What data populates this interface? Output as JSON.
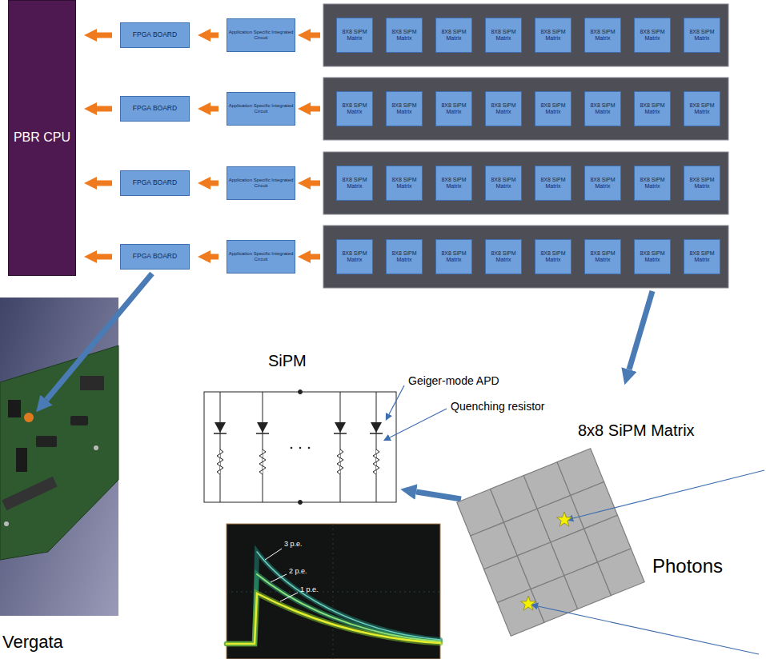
{
  "diagram": {
    "nodes": [
      {
        "text": [
          "PBR CPU"
        ]
      },
      {
        "text": [
          "FPGA BOARD"
        ]
      },
      {
        "text": [
          "Application Specific Integrated Circuit"
        ]
      },
      {
        "text": [
          "8X8 SiPM Matrix"
        ]
      },
      {
        "text": [
          "8X8 SiPM Matrix"
        ]
      },
      {
        "text": [
          "8X8 SiPM Matrix"
        ]
      },
      {
        "text": [
          "8X8 SiPM Matrix"
        ]
      },
      {
        "text": [
          "8X8 SiPM Matrix"
        ]
      },
      {
        "text": [
          "8X8 SiPM Matrix"
        ]
      },
      {
        "text": [
          "8X8 SiPM Matrix"
        ]
      },
      {
        "text": [
          "8X8 SiPM Matrix"
        ]
      },
      {
        "text": [
          "FPGA BOARD"
        ]
      },
      {
        "text": [
          "Application Specific Integrated Circuit"
        ]
      },
      {
        "text": [
          "8X8 SiPM Matrix"
        ]
      },
      {
        "text": [
          "8X8 SiPM Matrix"
        ]
      },
      {
        "text": [
          "8X8 SiPM Matrix"
        ]
      },
      {
        "text": [
          "8X8 SiPM Matrix"
        ]
      },
      {
        "text": [
          "8X8 SiPM Matrix"
        ]
      },
      {
        "text": [
          "8X8 SiPM Matrix"
        ]
      },
      {
        "text": [
          "8X8 SiPM Matrix"
        ]
      },
      {
        "text": [
          "8X8 SiPM Matrix"
        ]
      },
      {
        "text": [
          "FPGA BOARD"
        ]
      },
      {
        "text": [
          "Application Specific Integrated Circuit"
        ]
      },
      {
        "text": [
          "8X8 SiPM Matrix"
        ]
      },
      {
        "text": [
          "8X8 SiPM Matrix"
        ]
      },
      {
        "text": [
          "8X8 SiPM Matrix"
        ]
      },
      {
        "text": [
          "8X8 SiPM Matrix"
        ]
      },
      {
        "text": [
          "8X8 SiPM Matrix"
        ]
      },
      {
        "text": [
          "8X8 SiPM Matrix"
        ]
      },
      {
        "text": [
          "8X8 SiPM Matrix"
        ]
      },
      {
        "text": [
          "8X8 SiPM Matrix"
        ]
      },
      {
        "text": [
          "FPGA BOARD"
        ]
      },
      {
        "text": [
          "Application Specific Integrated Circuit"
        ]
      },
      {
        "text": [
          "8X8 SiPM Matrix"
        ]
      },
      {
        "text": [
          "8X8 SiPM Matrix"
        ]
      },
      {
        "text": [
          "8X8 SiPM Matrix"
        ]
      },
      {
        "text": [
          "8X8 SiPM Matrix"
        ]
      },
      {
        "text": [
          "8X8 SiPM Matrix"
        ]
      },
      {
        "text": [
          "8X8 SiPM Matrix"
        ]
      },
      {
        "text": [
          "8X8 SiPM Matrix"
        ]
      },
      {
        "text": [
          "8X8 SiPM Matrix"
        ]
      }
    ],
    "edges": [
      {
        "from": 2,
        "to": 1,
        "arrow": "to"
      },
      {
        "from": 1,
        "to": 0,
        "arrow": "to"
      },
      {
        "from": 12,
        "to": 11,
        "arrow": "to"
      },
      {
        "from": 11,
        "to": 0,
        "arrow": "to"
      },
      {
        "from": 22,
        "to": 21,
        "arrow": "to"
      },
      {
        "from": 21,
        "to": 0,
        "arrow": "to"
      },
      {
        "from": 32,
        "to": 31,
        "arrow": "to"
      },
      {
        "from": 31,
        "to": 0,
        "arrow": "to"
      }
    ],
    "labels": [
      "SiPM",
      "Geiger-mode APD",
      "Quenching resistor",
      "8x8 SiPM Matrix",
      "Photons",
      "3 p.e.",
      "2 p.e.",
      "1 p.e.",
      "Vergata"
    ]
  }
}
